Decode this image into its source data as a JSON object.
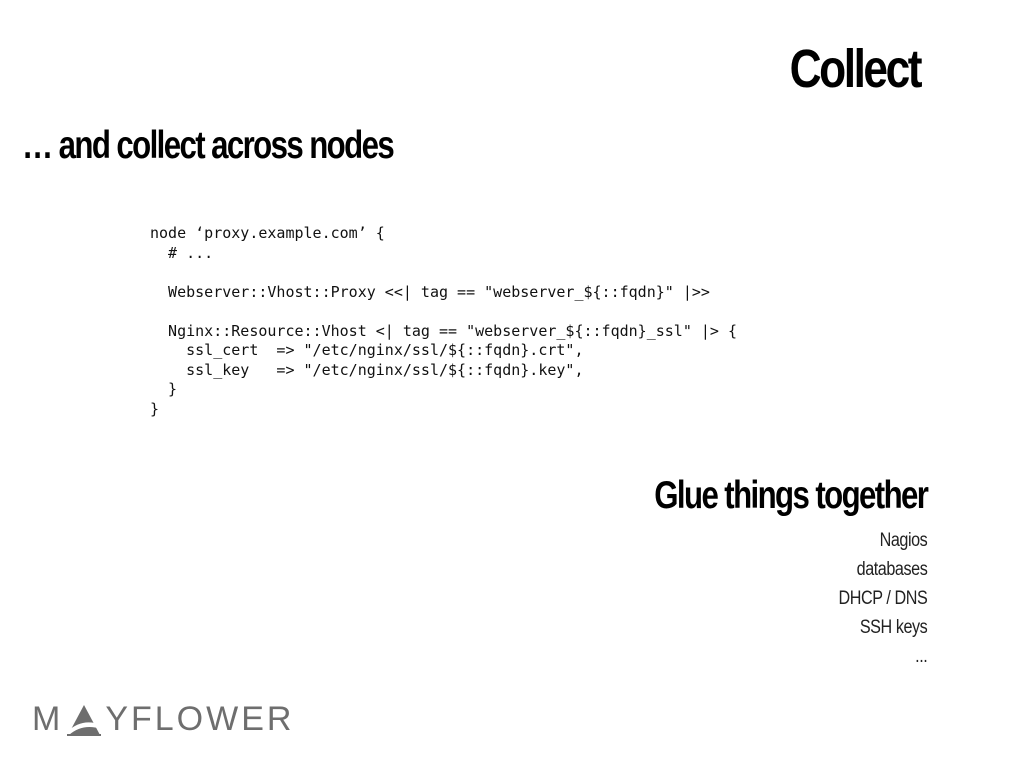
{
  "slide": {
    "title": "Collect",
    "subtitle": "… and collect across nodes"
  },
  "code": {
    "lines": [
      "node ‘proxy.example.com’ {",
      "  # ...",
      "",
      "  Webserver::Vhost::Proxy <<| tag == \"webserver_${::fqdn}\" |>>",
      "",
      "  Nginx::Resource::Vhost <| tag == \"webserver_${::fqdn}_ssl\" |> {",
      "    ssl_cert  => \"/etc/nginx/ssl/${::fqdn}.crt\",",
      "    ssl_key   => \"/etc/nginx/ssl/${::fqdn}.key\",",
      "  }",
      "}"
    ]
  },
  "glue": {
    "heading": "Glue things together",
    "items": [
      "Nagios",
      "databases",
      "DHCP / DNS",
      "SSH keys",
      "..."
    ]
  },
  "logo": {
    "text_before": "M",
    "text_after": "YFLOWER",
    "mark_icon": "mayflower-sail-icon",
    "color": "#6e6e6e"
  }
}
